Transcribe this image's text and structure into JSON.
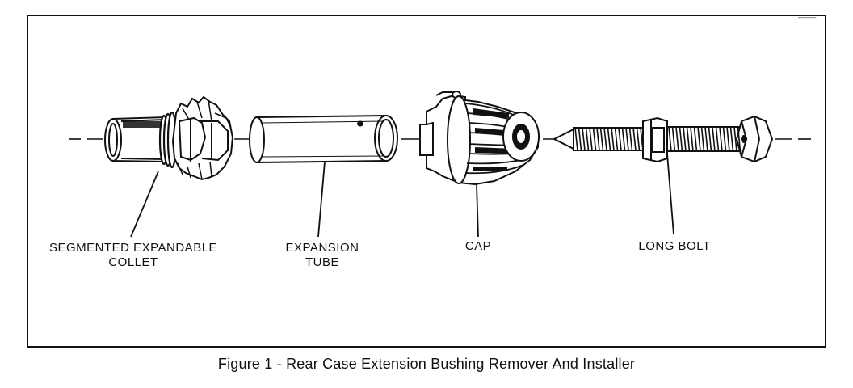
{
  "labels": {
    "collet_line1": "SEGMENTED EXPANDABLE",
    "collet_line2": "COLLET",
    "tube_line1": "EXPANSION",
    "tube_line2": "TUBE",
    "cap": "CAP",
    "bolt": "LONG BOLT"
  },
  "caption": "Figure 1 - Rear Case Extension Bushing Remover And Installer",
  "colors": {
    "ink": "#111111",
    "paper": "#ffffff",
    "shade": "#d8d8d8"
  }
}
